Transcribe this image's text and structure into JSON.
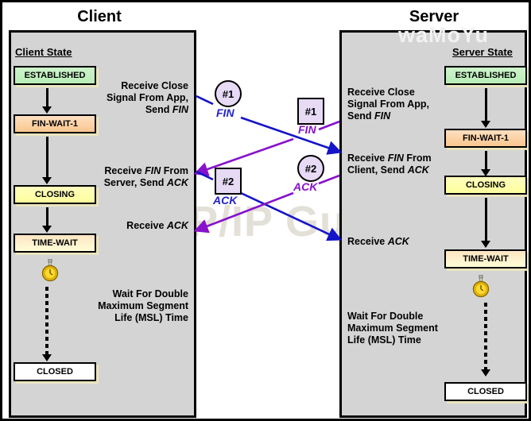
{
  "diagram": {
    "watermark_guide": "The TCP/IP Guide",
    "watermark_site": "waMoYu",
    "colors": {
      "panel_bg": "#d4d4d4",
      "established": "#cdf3cb",
      "fin_wait": "#fde0c0",
      "closing": "#ffffbe",
      "time_wait": "#fde5c3",
      "closed": "#ffffff",
      "arrow_blue": "#1414c8",
      "arrow_purple": "#8811cc",
      "marker_fill": "#e6daf5"
    }
  },
  "client": {
    "title": "Client",
    "state_heading": "Client State",
    "states": [
      {
        "label": "ESTABLISHED"
      },
      {
        "label": "FIN-WAIT-1"
      },
      {
        "label": "CLOSING"
      },
      {
        "label": "TIME-WAIT"
      },
      {
        "label": "CLOSED"
      }
    ],
    "events": [
      {
        "html": "Receive Close<br>Signal From App,<br>Send <i>FIN</i>"
      },
      {
        "html": "Receive <i>FIN</i> From<br>Server, Send <i>ACK</i>"
      },
      {
        "html": "Receive <i>ACK</i>"
      },
      {
        "html": "Wait For Double<br>Maximum Segment<br>Life (MSL) Time"
      }
    ]
  },
  "server": {
    "title": "Server",
    "state_heading": "Server State",
    "states": [
      {
        "label": "ESTABLISHED"
      },
      {
        "label": "FIN-WAIT-1"
      },
      {
        "label": "CLOSING"
      },
      {
        "label": "TIME-WAIT"
      },
      {
        "label": "CLOSED"
      }
    ],
    "events": [
      {
        "html": "Receive Close<br>Signal From App,<br>Send <i>FIN</i>"
      },
      {
        "html": "Receive <i>FIN</i> From<br>Client, Send <i>ACK</i>"
      },
      {
        "html": "Receive <i>ACK</i>"
      },
      {
        "html": "Wait For Double<br>Maximum Segment<br>Life (MSL) Time"
      }
    ]
  },
  "messages": [
    {
      "id": "client-fin",
      "marker": "#1",
      "shape": "circle",
      "label": "FIN",
      "color": "blue",
      "direction": "client-to-server"
    },
    {
      "id": "server-fin",
      "marker": "#1",
      "shape": "square",
      "label": "FIN",
      "color": "purple",
      "direction": "server-to-client"
    },
    {
      "id": "client-ack",
      "marker": "#2",
      "shape": "square",
      "label": "ACK",
      "color": "blue",
      "direction": "client-to-server"
    },
    {
      "id": "server-ack",
      "marker": "#2",
      "shape": "circle",
      "label": "ACK",
      "color": "purple",
      "direction": "server-to-client"
    }
  ]
}
